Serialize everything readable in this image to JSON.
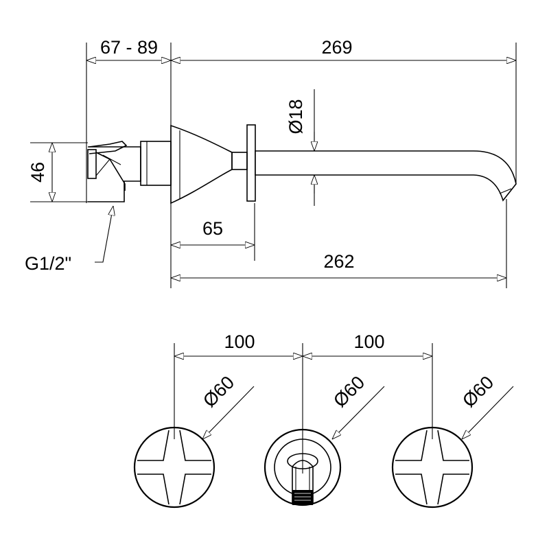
{
  "side_view": {
    "dim_depth": "67 - 89",
    "dim_spout_top": "269",
    "dim_spout_diameter": "Ø18",
    "dim_height": "46",
    "dim_flange": "65",
    "dim_spout_bottom": "262",
    "thread_label": "G1/2\""
  },
  "front_view": {
    "spacing_left": "100",
    "spacing_right": "100",
    "handle_left_diameter": "Ø60",
    "spout_diameter": "Ø60",
    "handle_right_diameter": "Ø60"
  }
}
